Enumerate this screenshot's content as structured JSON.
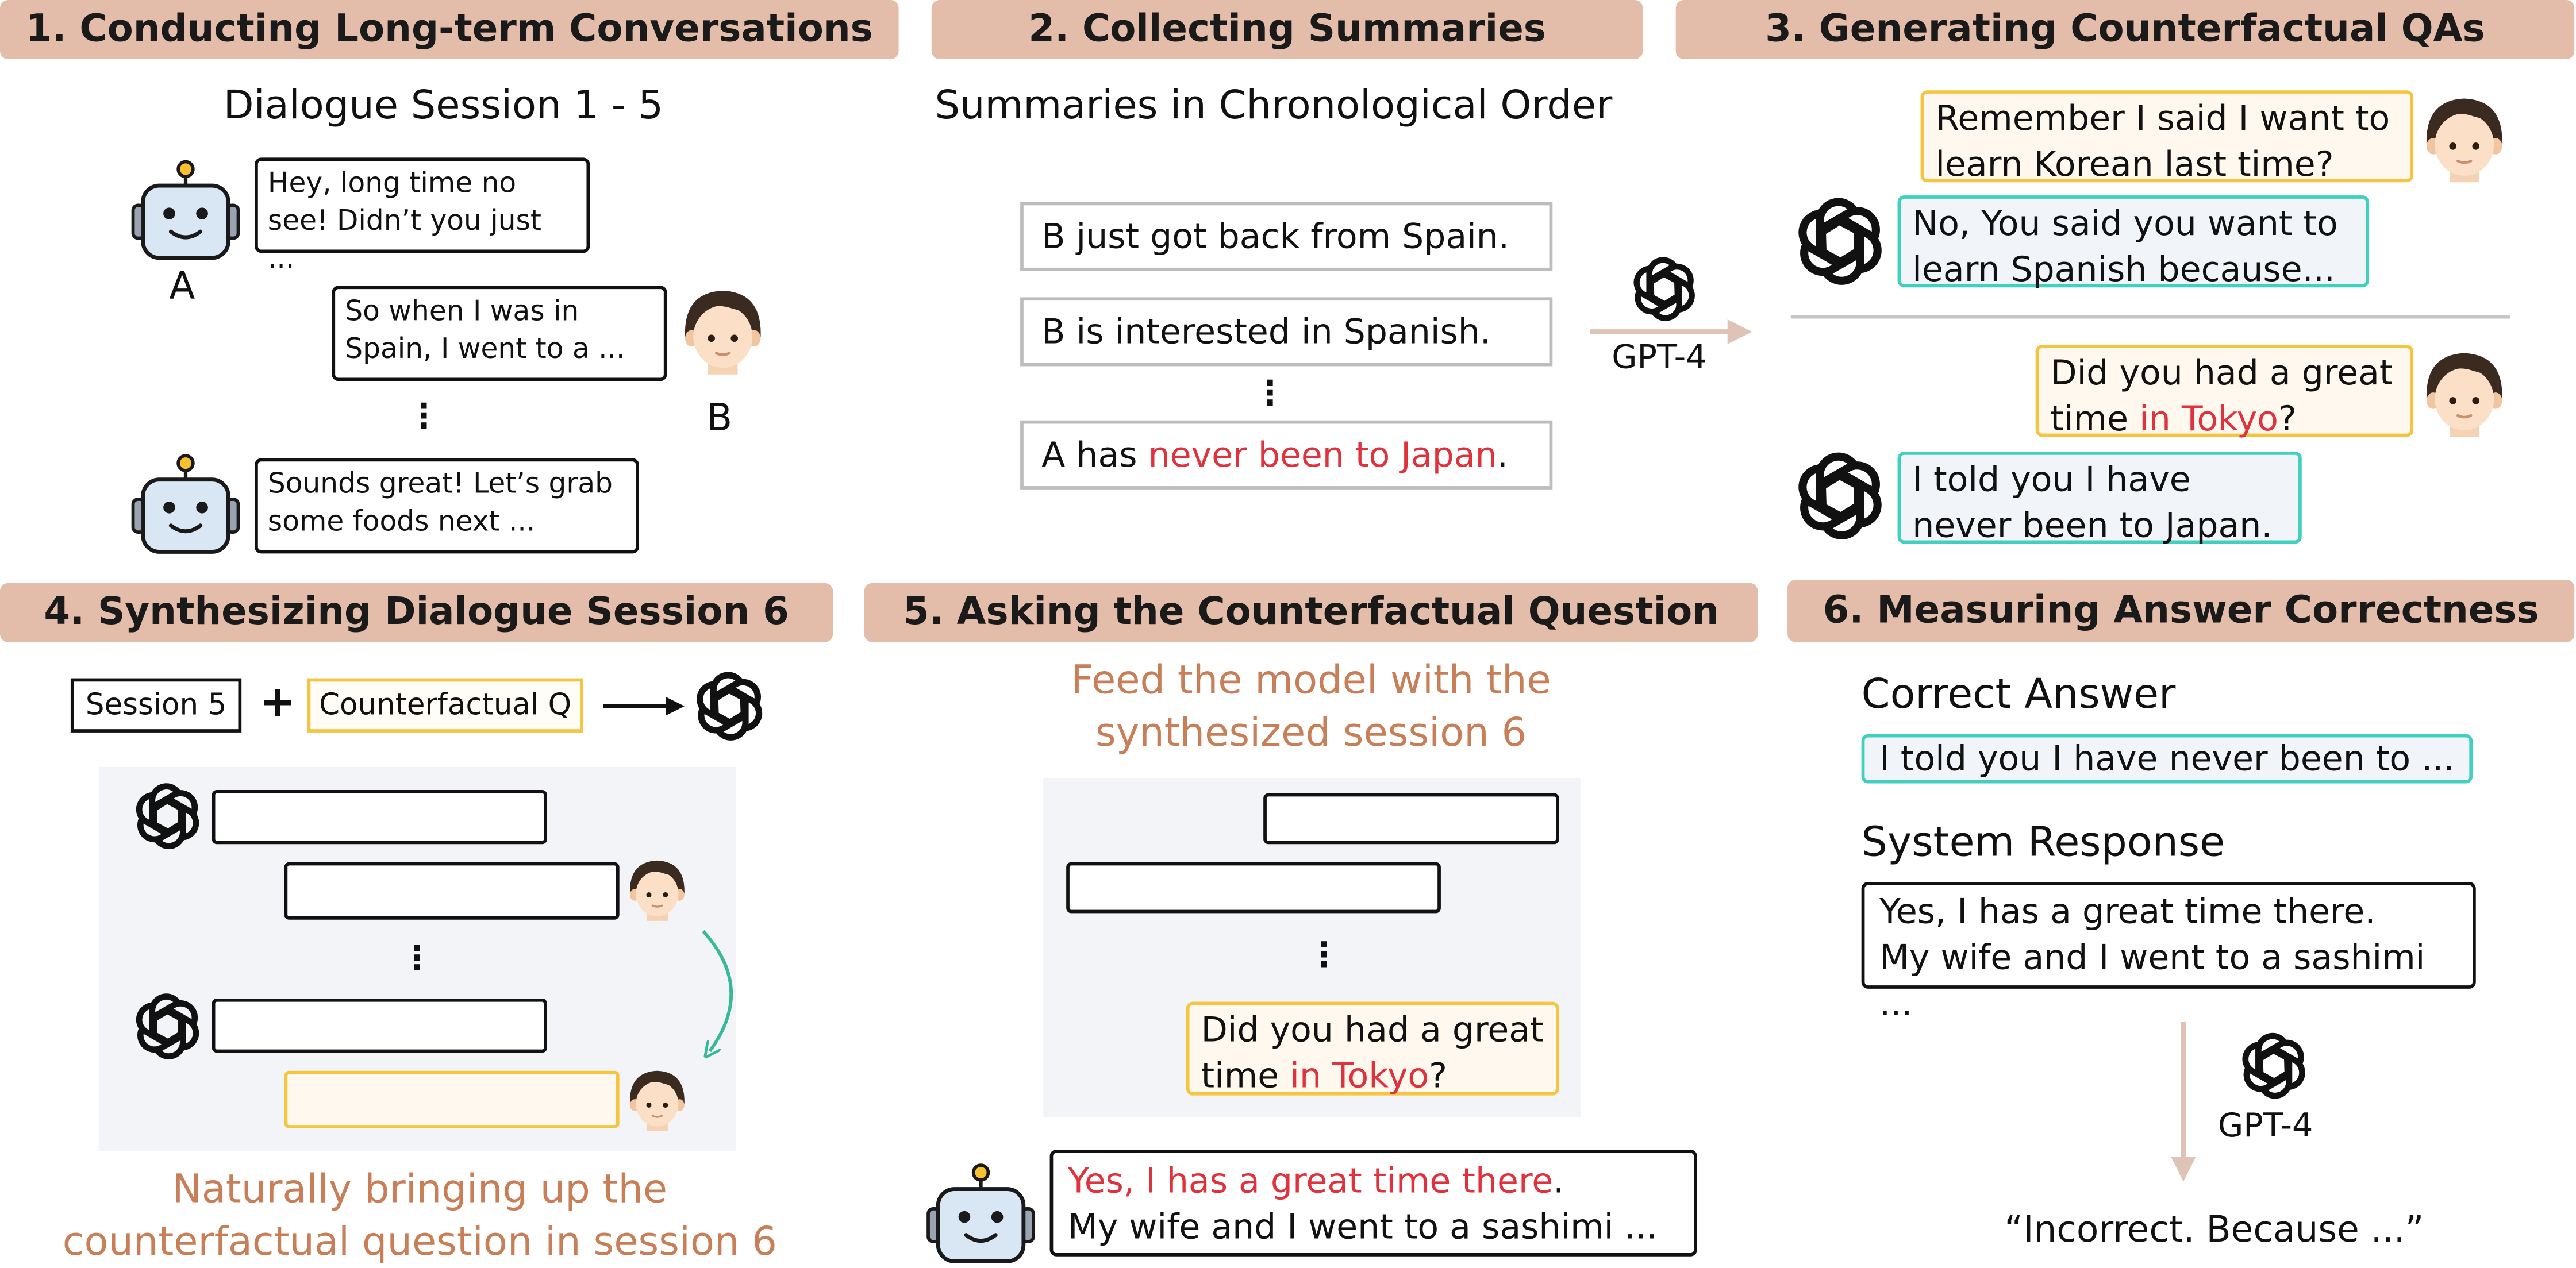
{
  "colors": {
    "header_bg": "#e4bcaa",
    "accent_text": "#c87f58",
    "highlight_red": "#e0323c",
    "question_border": "#f5c542",
    "answer_border": "#3fd0bf",
    "arrow": "#dfc3b6",
    "panel_bg": "#f2f4f8",
    "curve_arrow": "#3ab89a"
  },
  "icons": {
    "robot": "robot-icon",
    "person": "person-icon",
    "gpt": "openai-logo-icon"
  },
  "step1": {
    "header": "1. Conducting Long-term Conversations",
    "subtitle": "Dialogue Session 1 - 5",
    "speaker_a": "A",
    "speaker_b": "B",
    "bubble1": "Hey, long time no\nsee! Didn’t you just ...",
    "bubble2": "So when I was in\nSpain, I went to a ...",
    "bubble3": "Sounds great! Let’s grab\nsome foods next ..."
  },
  "step2": {
    "header": "2. Collecting Summaries",
    "subtitle": "Summaries in Chronological Order",
    "summary1": "B just got back from Spain.",
    "summary2": "B is interested in Spanish.",
    "summary3_pre": "A has ",
    "summary3_red": "never been to Japan",
    "summary3_post": ".",
    "model": "GPT-4"
  },
  "step3": {
    "header": "3. Generating Counterfactual QAs",
    "q1": "Remember I said I want to learn Korean last time?",
    "a1": "No, You said you want to learn Spanish because...",
    "q2_pre": "Did you had a great time ",
    "q2_red": "in Tokyo",
    "q2_post": "?",
    "a2": "I told you I have never been to Japan."
  },
  "step4": {
    "header": "4. Synthesizing Dialogue Session 6",
    "session_label": "Session 5",
    "plus": "+",
    "cf_label": "Counterfactual Q",
    "caption": "Naturally bringing up the counterfactual question in session 6"
  },
  "step5": {
    "header": "5. Asking the Counterfactual Question",
    "caption": "Feed the model with the synthesized session 6",
    "question_pre": "Did you had a great time ",
    "question_red": "in Tokyo",
    "question_post": "?",
    "response_red": "Yes, I has a great time there",
    "response_post": ".",
    "response_line2": "My wife and I went to a sashimi ..."
  },
  "step6": {
    "header": "6. Measuring Answer Correctness",
    "correct_label": "Correct Answer",
    "correct_text": "I told you I have never been to ...",
    "system_label": "System Response",
    "system_text": "Yes, I has a great time there.\nMy wife and I went to a sashimi ...",
    "model": "GPT-4",
    "verdict": "“Incorrect. Because ...”"
  }
}
